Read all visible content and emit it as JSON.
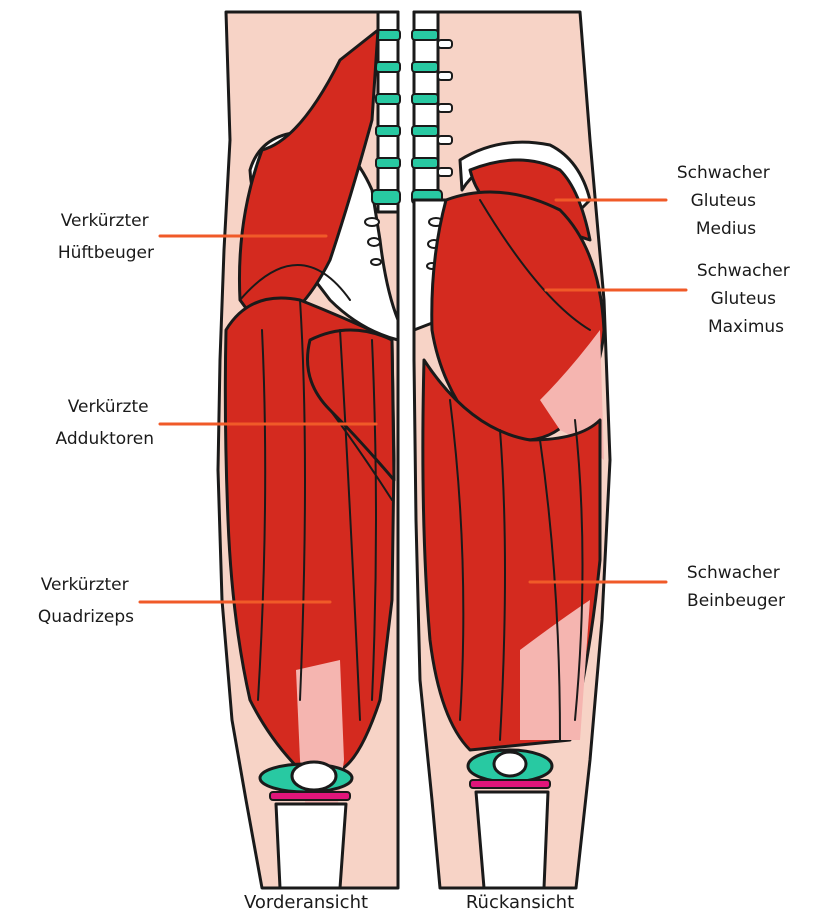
{
  "colors": {
    "skin": "#f7d3c6",
    "muscle": "#d42a1f",
    "tendon": "#f5b5b0",
    "bone": "#ffffff",
    "cartilage": "#28c9a2",
    "meniscus": "#e0157a",
    "leader": "#f05a28",
    "outline": "#1a1a1a"
  },
  "labels": {
    "hip_flexor": [
      "Verkürzter",
      "Hüftbeuger"
    ],
    "adductors": [
      "Verkürzte",
      "Adduktoren"
    ],
    "quadriceps": [
      "Verkürzter",
      "Quadrizeps"
    ],
    "gluteus_medius": [
      "Schwacher",
      "Gluteus",
      "Medius"
    ],
    "gluteus_maximus": [
      "Schwacher",
      "Gluteus",
      "Maximus"
    ],
    "hamstrings": [
      "Schwacher",
      "Beinbeuger"
    ]
  },
  "captions": {
    "front": "Vorderansicht",
    "back": "Rückansicht"
  }
}
